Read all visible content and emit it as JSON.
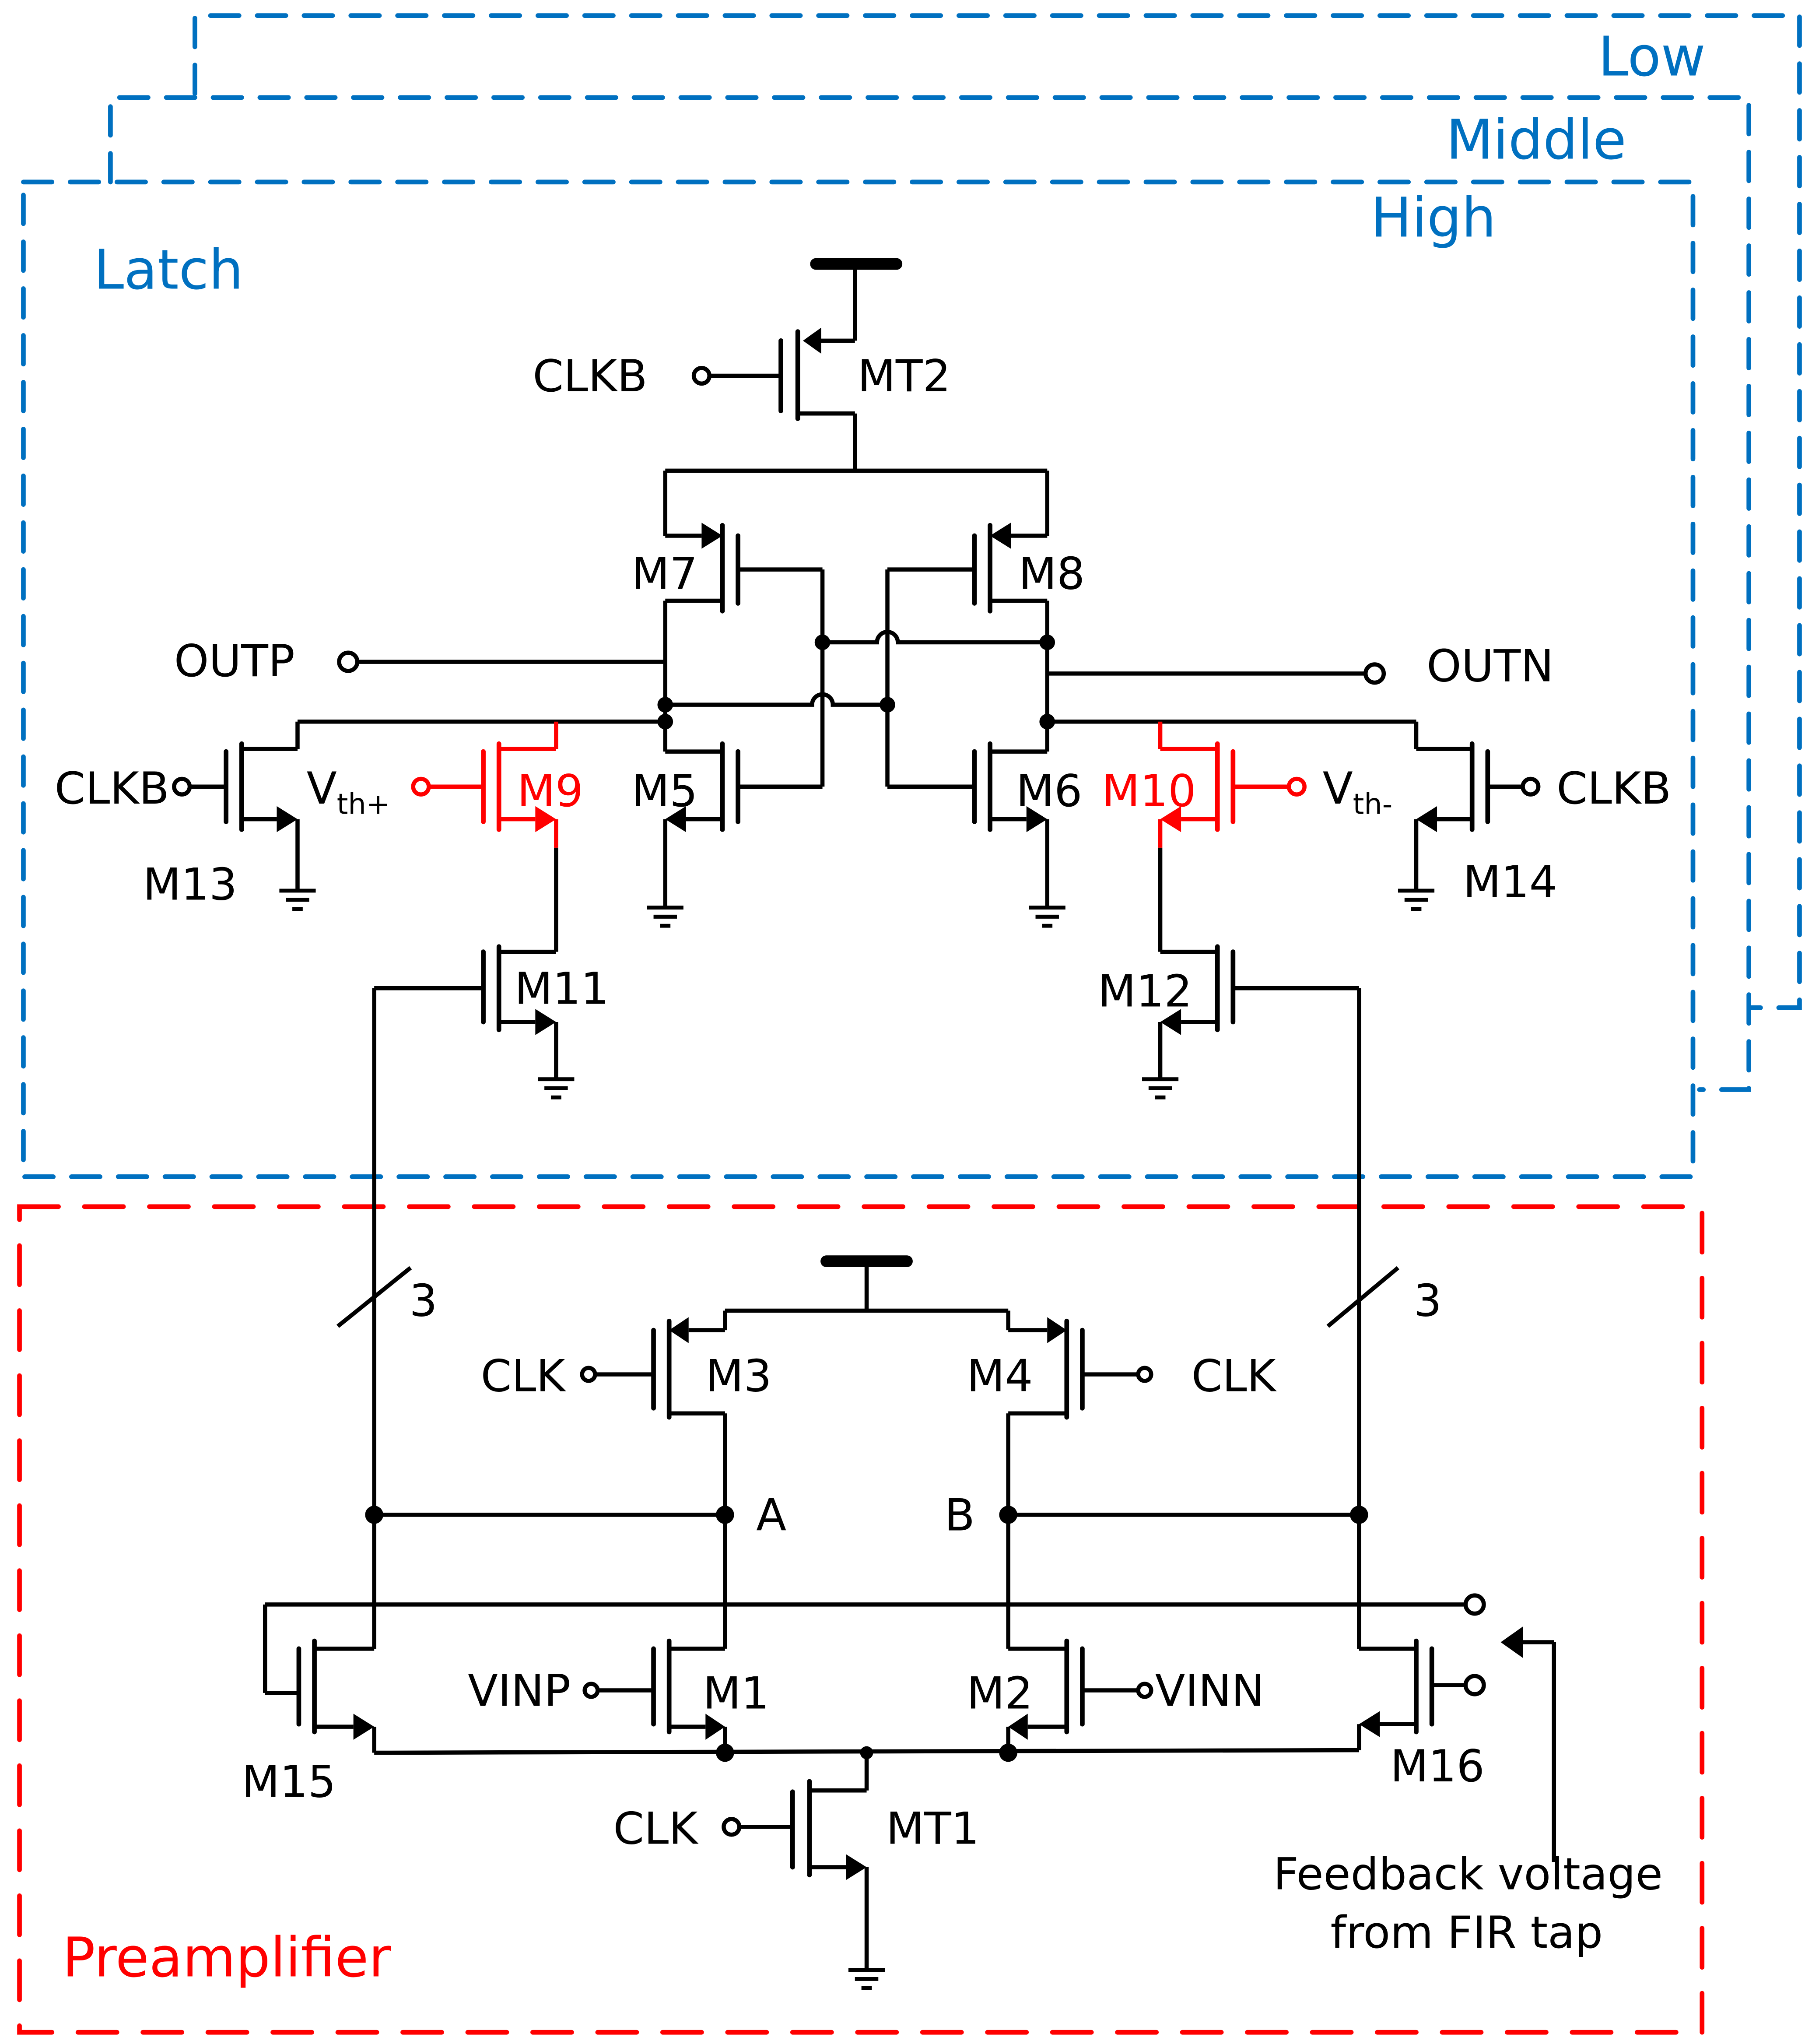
{
  "diagram": {
    "title": "Multi-threshold comparator schematic (Latch + Preamplifier)",
    "colors": {
      "latch_frame": "#0070c0",
      "preamp_frame": "#ff0000",
      "highlight": "#ff0000",
      "wire": "#000000"
    }
  },
  "frames": {
    "latch": "Latch",
    "preamp": "Preamplifier",
    "levels": [
      "High",
      "Middle",
      "Low"
    ]
  },
  "transistors": {
    "MT2": "MT2",
    "M7": "M7",
    "M8": "M8",
    "M5": "M5",
    "M6": "M6",
    "M9": "M9",
    "M10": "M10",
    "M11": "M11",
    "M12": "M12",
    "M13": "M13",
    "M14": "M14",
    "M3": "M3",
    "M4": "M4",
    "M1": "M1",
    "M2": "M2",
    "M15": "M15",
    "M16": "M16",
    "MT1": "MT1"
  },
  "signals": {
    "clkb_mt2": "CLKB",
    "clkb_m13": "CLKB",
    "clkb_m14": "CLKB",
    "outp": "OUTP",
    "outn": "OUTN",
    "vth_plus_main": "V",
    "vth_plus_sub": "th+",
    "vth_minus_main": "V",
    "vth_minus_sub": "th-",
    "clk_m3": "CLK",
    "clk_m4": "CLK",
    "clk_mt1": "CLK",
    "vinp": "VINP",
    "vinn": "VINN",
    "node_a": "A",
    "node_b": "B",
    "bus_width_left": "3",
    "bus_width_right": "3"
  },
  "annotations": {
    "feedback_line1": "Feedback voltage",
    "feedback_line2": "from FIR tap"
  }
}
